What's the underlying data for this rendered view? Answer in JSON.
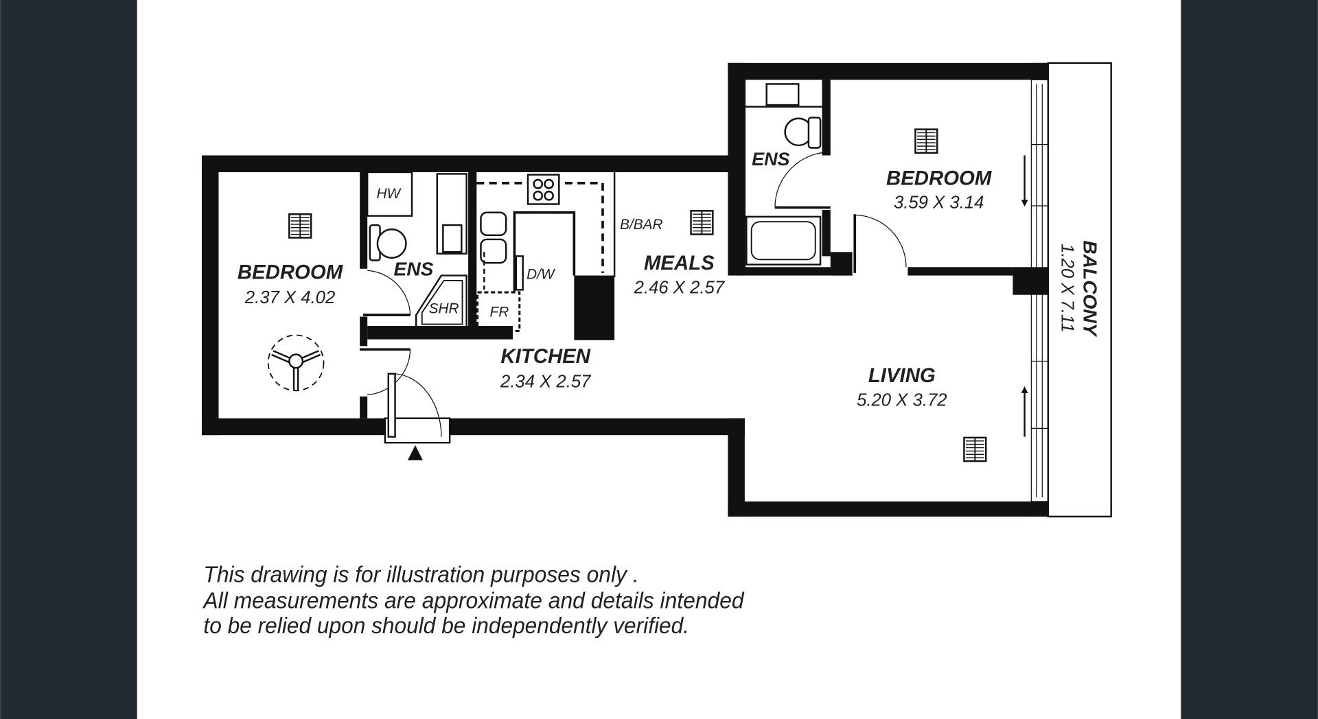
{
  "colors": {
    "sidebar": "#222a33",
    "wall": "#111111",
    "text": "#231f20"
  },
  "rooms": {
    "bedroom1": {
      "name": "BEDROOM",
      "size": "2.37 X 4.02"
    },
    "ens1": {
      "name": "ENS"
    },
    "kitchen": {
      "name": "KITCHEN",
      "size": "2.34 X 2.57"
    },
    "meals": {
      "name": "MEALS",
      "size": "2.46 X 2.57"
    },
    "ens2": {
      "name": "ENS"
    },
    "bedroom2": {
      "name": "BEDROOM",
      "size": "3.59 X 3.14"
    },
    "living": {
      "name": "LIVING",
      "size": "5.20 X 3.72"
    },
    "balcony": {
      "name": "BALCONY",
      "size": "1.20 X 7.11"
    }
  },
  "fixtures": {
    "hw": "HW",
    "shr": "SHR",
    "fr": "FR",
    "dw": "D/W",
    "bbar": "B/BAR"
  },
  "disclaimer": [
    "This drawing is for illustration purposes only .",
    "All measurements are approximate and details intended",
    "to be relied upon should be independently verified."
  ]
}
